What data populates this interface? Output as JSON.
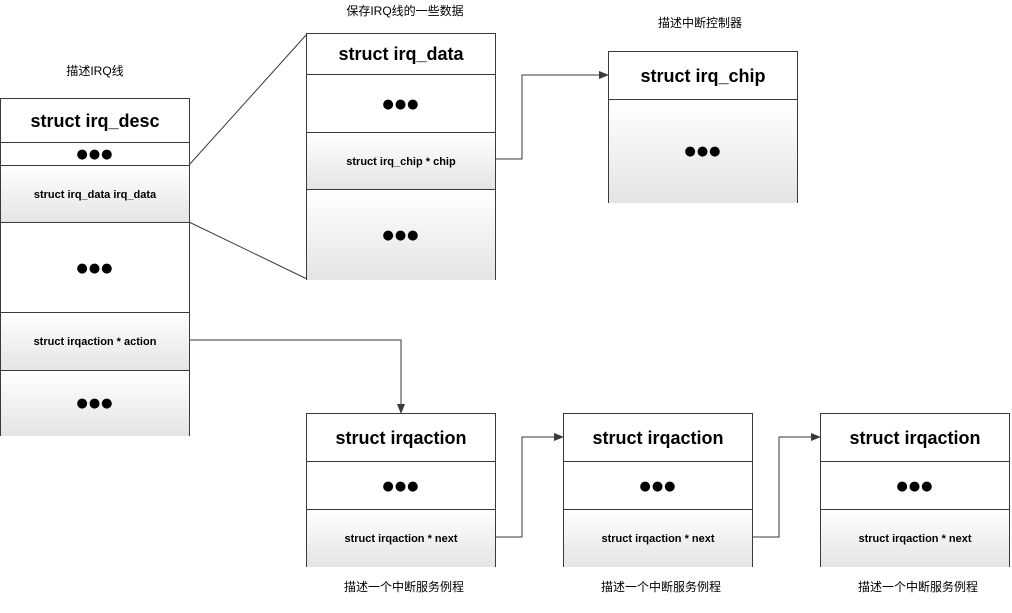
{
  "captions": {
    "irq_desc": "描述IRQ线",
    "irq_data": "保存IRQ线的一些数据",
    "irq_chip": "描述中断控制器",
    "irqaction_1": "描述一个中断服务例程",
    "irqaction_2": "描述一个中断服务例程",
    "irqaction_3": "描述一个中断服务例程"
  },
  "irq_desc": {
    "title": "struct irq_desc",
    "cells": [
      "●●●",
      "struct irq_data irq_data",
      "●●●",
      "struct irqaction * action",
      "●●●"
    ]
  },
  "irq_data": {
    "title": "struct irq_data",
    "cells": [
      "●●●",
      "struct irq_chip * chip",
      "●●●"
    ]
  },
  "irq_chip": {
    "title": "struct irq_chip",
    "cells": [
      "●●●"
    ]
  },
  "irqactions": [
    {
      "title": "struct irqaction",
      "cells": [
        "●●●",
        "struct irqaction * next"
      ]
    },
    {
      "title": "struct irqaction",
      "cells": [
        "●●●",
        "struct irqaction * next"
      ]
    },
    {
      "title": "struct irqaction",
      "cells": [
        "●●●",
        "struct irqaction * next"
      ]
    }
  ]
}
